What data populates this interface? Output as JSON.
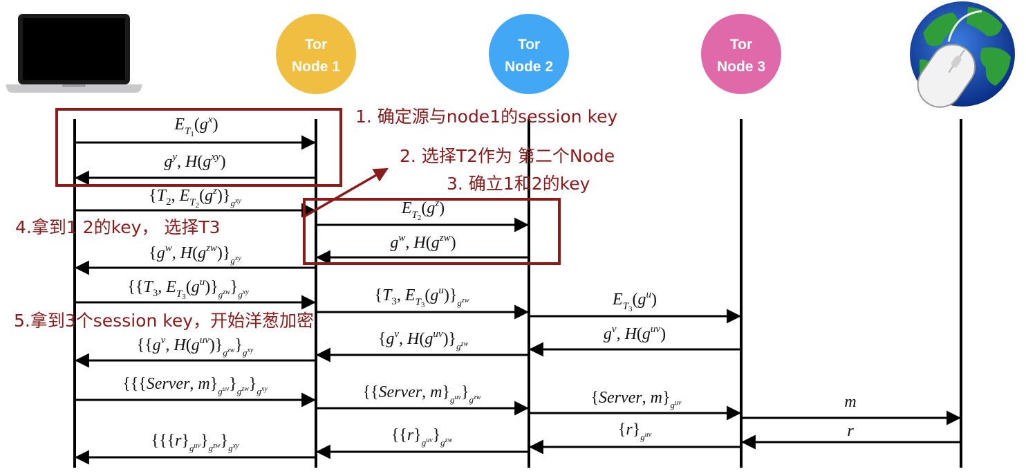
{
  "colors": {
    "annotation": "#8b1a1a",
    "node1": "#f0bf42",
    "node2": "#42a8f5",
    "node3": "#e06aa9",
    "arrow": "#000000"
  },
  "participants": [
    {
      "id": "client",
      "kind": "laptop",
      "icon": "laptop-icon"
    },
    {
      "id": "node1",
      "kind": "tor",
      "line1": "Tor",
      "line2": "Node 1"
    },
    {
      "id": "node2",
      "kind": "tor",
      "line1": "Tor",
      "line2": "Node 2"
    },
    {
      "id": "node3",
      "kind": "tor",
      "line1": "Tor",
      "line2": "Node 3"
    },
    {
      "id": "server",
      "kind": "globe",
      "icon": "globe-mouse-icon"
    }
  ],
  "messages": [
    {
      "id": "m1",
      "from": "client",
      "to": "node1",
      "text": "E_T1(g^x)"
    },
    {
      "id": "m2",
      "from": "node1",
      "to": "client",
      "text": "g^y, H(g^xy)"
    },
    {
      "id": "m3",
      "from": "client",
      "to": "node1",
      "text": "{T2, E_T2(g^z)}_g^xy"
    },
    {
      "id": "m4",
      "from": "node1",
      "to": "node2",
      "text": "E_T2(g^z)"
    },
    {
      "id": "m5",
      "from": "node2",
      "to": "node1",
      "text": "g^w, H(g^zw)"
    },
    {
      "id": "m6",
      "from": "node1",
      "to": "client",
      "text": "{g^w, H(g^zw)}_g^xy"
    },
    {
      "id": "m7",
      "from": "client",
      "to": "node1",
      "text": "{{T3, E_T3(g^u)}_g^zw}_g^xy"
    },
    {
      "id": "m8",
      "from": "node1",
      "to": "node2",
      "text": "{T3, E_T3(g^u)}_g^zw"
    },
    {
      "id": "m9",
      "from": "node2",
      "to": "node3",
      "text": "E_T3(g^u)"
    },
    {
      "id": "m10",
      "from": "node3",
      "to": "node2",
      "text": "g^v, H(g^uv)"
    },
    {
      "id": "m11",
      "from": "node2",
      "to": "node1",
      "text": "{g^v, H(g^uv)}_g^zw"
    },
    {
      "id": "m12",
      "from": "node1",
      "to": "client",
      "text": "{{g^v, H(g^uv)}_g^zw}_g^xy"
    },
    {
      "id": "m13",
      "from": "client",
      "to": "node1",
      "text": "{{{Server, m}_g^uv}_g^zw}_g^xy"
    },
    {
      "id": "m14",
      "from": "node1",
      "to": "node2",
      "text": "{{Server, m}_g^uv}_g^zw"
    },
    {
      "id": "m15",
      "from": "node2",
      "to": "node3",
      "text": "{Server, m}_g^uv"
    },
    {
      "id": "m16",
      "from": "node3",
      "to": "server",
      "text": "m"
    },
    {
      "id": "m17",
      "from": "server",
      "to": "node3",
      "text": "r"
    },
    {
      "id": "m18",
      "from": "node3",
      "to": "node2",
      "text": "{r}_g^uv"
    },
    {
      "id": "m19",
      "from": "node2",
      "to": "node1",
      "text": "{{r}_g^uv}_g^zw"
    },
    {
      "id": "m20",
      "from": "node1",
      "to": "client",
      "text": "{{{r}_g^uv}_g^zw}_g^xy"
    }
  ],
  "annotations": [
    {
      "id": "a1",
      "text": "1. 确定源与node1的session key"
    },
    {
      "id": "a2",
      "text": "2. 选择T2作为 第二个Node"
    },
    {
      "id": "a3",
      "text": "3. 确立1和2的key"
    },
    {
      "id": "a4",
      "text": "4.拿到1 2的key， 选择T3"
    },
    {
      "id": "a5",
      "text": "5.拿到3个session key，开始洋葱加密"
    }
  ]
}
